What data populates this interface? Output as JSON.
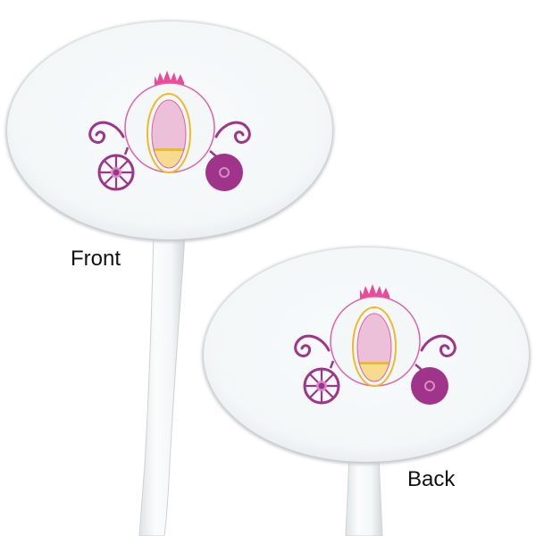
{
  "product": {
    "type": "oval stir stick / drink marker, front and back view",
    "design": "princess-carriage-icon"
  },
  "views": [
    {
      "label": "Front"
    },
    {
      "label": "Back"
    }
  ],
  "colors": {
    "background": "#ffffff",
    "paddle": "#f5f9fa",
    "paddle_edge": "#c9cdd0",
    "crown": "#ec4a98",
    "carriage_outline": "#e060a8",
    "window_frame": "#f0b92a",
    "window_pink": "#ecc0d8",
    "window_yellow": "#f5dc8e",
    "wheel_purple": "#a0348a",
    "wheel_hub_light": "#d88cc6"
  }
}
